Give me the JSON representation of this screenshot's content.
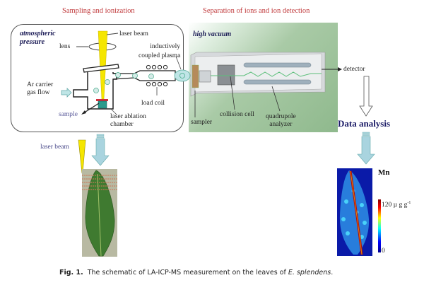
{
  "figure": {
    "caption": {
      "label": "Fig. 1.",
      "text": "The schematic of LA-ICP-MS measurement on the leaves of",
      "species": "E. splendens",
      "end": "."
    },
    "sections": {
      "sampling": {
        "title": "Sampling and ionization",
        "region_label_line1": "atmospheric",
        "region_label_line2": "pressure",
        "labels": {
          "laser_beam": "laser beam",
          "lens": "lens",
          "icp_line1": "inductively",
          "icp_line2": "coupled plasma",
          "ar_line1": "Ar carrier",
          "ar_line2": "gas flow",
          "load_coil": "load coil",
          "sample": "sample",
          "chamber_line1": "laser ablation",
          "chamber_line2": "chamber"
        }
      },
      "separation": {
        "title": "Separation of ions and ion detection",
        "region_label": "high vacuum",
        "labels": {
          "sampler": "sampler",
          "collision_cell": "collision cell",
          "quadrupole_line1": "quadrupole",
          "quadrupole_line2": "analyzer",
          "detector": "detector"
        }
      },
      "data_analysis": {
        "title": "Data analysis"
      }
    },
    "leaf_photo": {
      "laser_beam_label": "laser beam"
    },
    "heatmap": {
      "element": "Mn",
      "scale_max": "120 µ  g g",
      "scale_max_sup": "-1",
      "scale_min": "0",
      "colormap": [
        "#00008f",
        "#0000ff",
        "#00ffff",
        "#ffff00",
        "#ff0000",
        "#800000"
      ]
    },
    "colors": {
      "section_title": "#c0393b",
      "region_label": "#1a1a55",
      "laser": "#f5e600",
      "vacuum_bg": "#8fb98d",
      "flow_arrow": "#a9d4df"
    }
  }
}
